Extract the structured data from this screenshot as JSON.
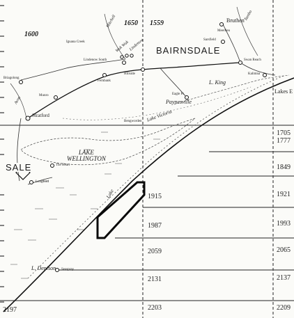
{
  "map": {
    "places": {
      "bairnsdale": "BAIRNSDALE",
      "sale": "SALE",
      "lake_wellington": "LAKE\nWELLINGTON",
      "paynesville": "Paynesville",
      "stratford": "Stratford",
      "bruthen": "Bruthen",
      "meerlieu": "Meerlieu",
      "sarsfield": "Sarsfield",
      "swan_reach": "Swan Reach",
      "kalimna": "Kalimna",
      "lakes_entrance": "Lakes E",
      "eagle_point": "Eagle Pt",
      "lindenow_south": "Lindenow South",
      "hillside": "Hillside",
      "bengworden": "Bengworden",
      "briagolong": "Briagolong",
      "munro": "Munro",
      "fernbank": "Fernbank",
      "longford": "Longford",
      "the_heart": "The Heart",
      "seaspray": "Seaspray",
      "iguana_creek": "Iguana Creek",
      "wuk_wuk": "Wuk Wuk",
      "lindenow": "Lindenow",
      "mitchell": "Mitchell",
      "tambo": "Tambo",
      "avon": "Avon",
      "lake_king": "L. King",
      "lake_victoria": "Lake Victoria",
      "lake_denison": "L. Denison",
      "lake_reeve": "Lake"
    },
    "elevations": [
      "1600",
      "1650",
      "1559"
    ],
    "blocks_inner": [
      "1915",
      "1987",
      "2059",
      "2131",
      "2203"
    ],
    "blocks_right": [
      "1705",
      "1777",
      "1849",
      "1921",
      "1993",
      "2065",
      "2137",
      "2209"
    ],
    "block_bottom_left": "2197",
    "colors": {
      "ink": "#1a1a1a",
      "paper": "#fbfbf8",
      "highlight": "#111111"
    }
  }
}
